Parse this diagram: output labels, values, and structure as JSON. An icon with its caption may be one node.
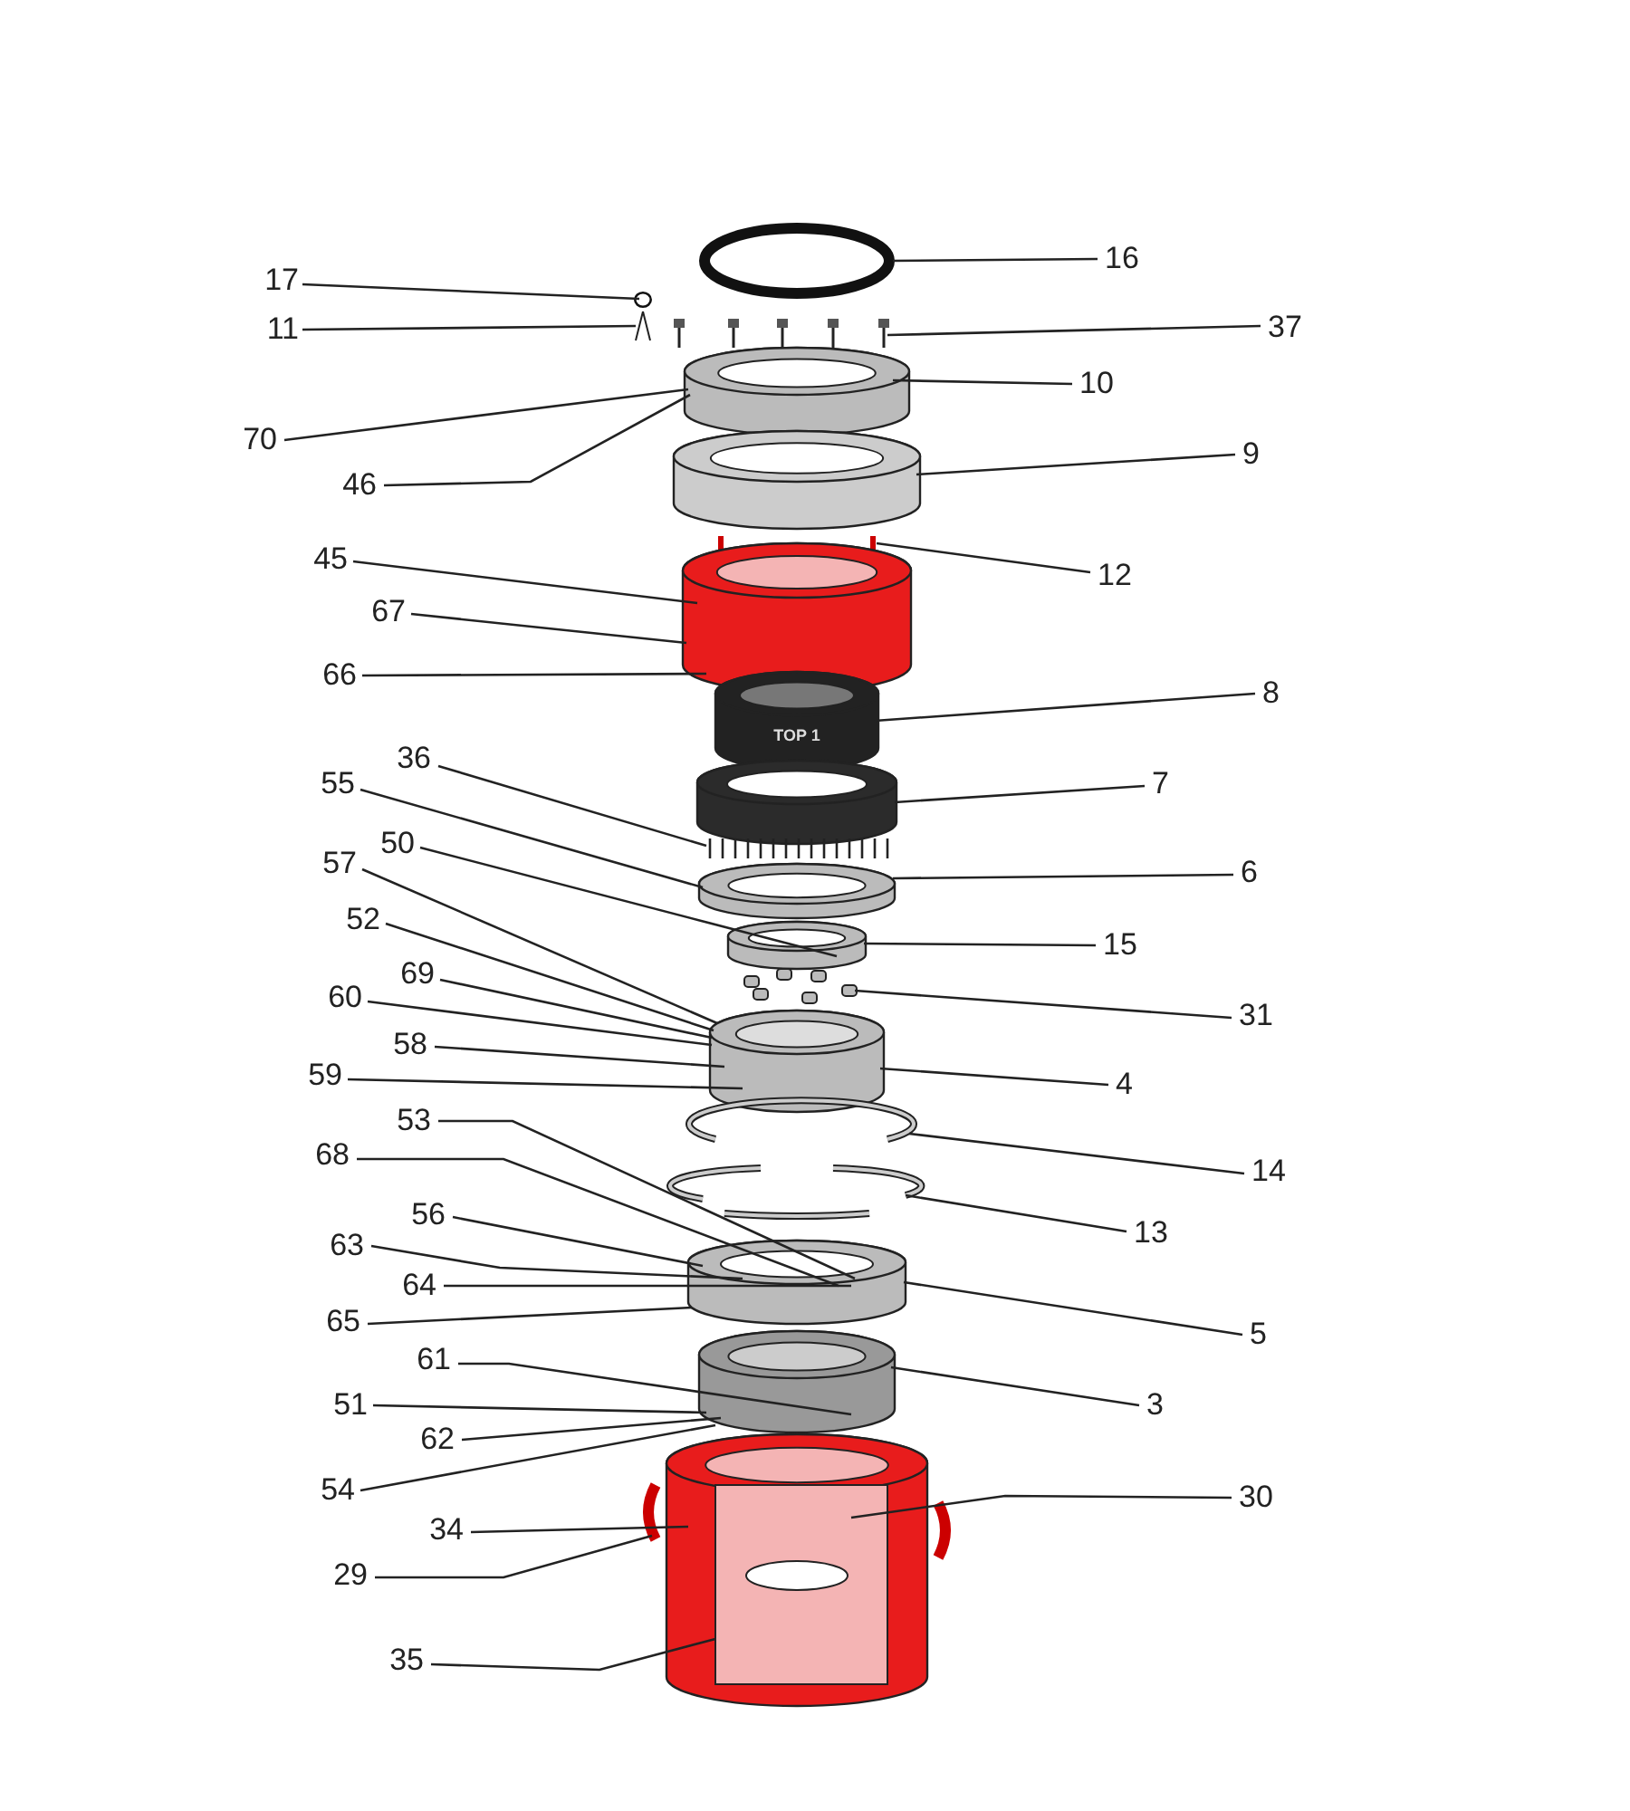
{
  "diagram": {
    "nodes": [
      {
        "text": [
          "16"
        ]
      },
      {
        "text": [
          "17"
        ]
      },
      {
        "text": [
          "11"
        ]
      },
      {
        "text": [
          "37"
        ]
      },
      {
        "text": [
          "10"
        ]
      },
      {
        "text": [
          "70"
        ]
      },
      {
        "text": [
          "9"
        ]
      },
      {
        "text": [
          "46"
        ]
      },
      {
        "text": [
          "12"
        ]
      },
      {
        "text": [
          "45"
        ]
      },
      {
        "text": [
          "67"
        ]
      },
      {
        "text": [
          "66"
        ]
      },
      {
        "text": [
          "8"
        ]
      },
      {
        "text": [
          "36"
        ]
      },
      {
        "text": [
          "7"
        ]
      },
      {
        "text": [
          "55"
        ]
      },
      {
        "text": [
          "50"
        ]
      },
      {
        "text": [
          "57"
        ]
      },
      {
        "text": [
          "6"
        ]
      },
      {
        "text": [
          "52"
        ]
      },
      {
        "text": [
          "15"
        ]
      },
      {
        "text": [
          "69"
        ]
      },
      {
        "text": [
          "60"
        ]
      },
      {
        "text": [
          "31"
        ]
      },
      {
        "text": [
          "58"
        ]
      },
      {
        "text": [
          "59"
        ]
      },
      {
        "text": [
          "4"
        ]
      },
      {
        "text": [
          "53"
        ]
      },
      {
        "text": [
          "68"
        ]
      },
      {
        "text": [
          "14"
        ]
      },
      {
        "text": [
          "56"
        ]
      },
      {
        "text": [
          "13"
        ]
      },
      {
        "text": [
          "63"
        ]
      },
      {
        "text": [
          "64"
        ]
      },
      {
        "text": [
          "65"
        ]
      },
      {
        "text": [
          "5"
        ]
      },
      {
        "text": [
          "61"
        ]
      },
      {
        "text": [
          "3"
        ]
      },
      {
        "text": [
          "51"
        ]
      },
      {
        "text": [
          "62"
        ]
      },
      {
        "text": [
          "54"
        ]
      },
      {
        "text": [
          "30"
        ]
      },
      {
        "text": [
          "34"
        ]
      },
      {
        "text": [
          "29"
        ]
      },
      {
        "text": [
          "35"
        ]
      },
      {
        "text": [],
        "shape": "circle"
      },
      {
        "text": [],
        "shape": "circle"
      },
      {
        "text": [],
        "shape": "picture"
      },
      {
        "text": [],
        "shape": "picture"
      },
      {
        "text": [],
        "shape": "picture"
      },
      {
        "text": [],
        "shape": "picture"
      },
      {
        "text": [],
        "shape": "picture"
      },
      {
        "text": [
          "TOP 1"
        ]
      },
      {
        "text": [],
        "shape": "picture"
      },
      {
        "text": [],
        "shape": "picture"
      },
      {
        "text": [],
        "shape": "picture"
      },
      {
        "text": [],
        "shape": "picture"
      },
      {
        "text": [],
        "shape": "picture"
      },
      {
        "text": [],
        "shape": "picture"
      },
      {
        "text": [],
        "shape": "picture"
      },
      {
        "text": [],
        "shape": "picture"
      },
      {
        "text": [],
        "shape": "picture"
      },
      {
        "text": [],
        "shape": "picture"
      },
      {
        "text": [],
        "shape": "picture"
      }
    ],
    "edges": [
      {
        "from": 0,
        "to": 45,
        "arrow": "none"
      },
      {
        "from": 1,
        "to": 46,
        "arrow": "none"
      },
      {
        "from": 2,
        "to": 47,
        "arrow": "none"
      },
      {
        "from": 3,
        "to": 48,
        "arrow": "none"
      },
      {
        "from": 4,
        "to": 49,
        "arrow": "none"
      },
      {
        "from": 5,
        "to": 49,
        "arrow": "none"
      },
      {
        "from": 6,
        "to": 50,
        "arrow": "none"
      },
      {
        "from": 7,
        "to": 49,
        "arrow": "none"
      },
      {
        "from": 8,
        "to": 51,
        "arrow": "none"
      },
      {
        "from": 9,
        "to": 51,
        "arrow": "none"
      },
      {
        "from": 10,
        "to": 51,
        "arrow": "none"
      },
      {
        "from": 11,
        "to": 51,
        "arrow": "none"
      },
      {
        "from": 12,
        "to": 52,
        "arrow": "none"
      },
      {
        "from": 13,
        "to": 54,
        "arrow": "none"
      },
      {
        "from": 14,
        "to": 53,
        "arrow": "none"
      },
      {
        "from": 15,
        "to": 55,
        "arrow": "none"
      },
      {
        "from": 16,
        "to": 56,
        "arrow": "none"
      },
      {
        "from": 17,
        "to": 58,
        "arrow": "none"
      },
      {
        "from": 18,
        "to": 55,
        "arrow": "none"
      },
      {
        "from": 19,
        "to": 58,
        "arrow": "none"
      },
      {
        "from": 20,
        "to": 56,
        "arrow": "none"
      },
      {
        "from": 21,
        "to": 58,
        "arrow": "none"
      },
      {
        "from": 22,
        "to": 58,
        "arrow": "none"
      },
      {
        "from": 23,
        "to": 57,
        "arrow": "none"
      },
      {
        "from": 24,
        "to": 58,
        "arrow": "none"
      },
      {
        "from": 25,
        "to": 58,
        "arrow": "none"
      },
      {
        "from": 26,
        "to": 58,
        "arrow": "none"
      },
      {
        "from": 27,
        "to": 61,
        "arrow": "none"
      },
      {
        "from": 28,
        "to": 61,
        "arrow": "none"
      },
      {
        "from": 29,
        "to": 59,
        "arrow": "none"
      },
      {
        "from": 30,
        "to": 61,
        "arrow": "none"
      },
      {
        "from": 31,
        "to": 60,
        "arrow": "none"
      },
      {
        "from": 32,
        "to": 61,
        "arrow": "none"
      },
      {
        "from": 33,
        "to": 61,
        "arrow": "none"
      },
      {
        "from": 34,
        "to": 61,
        "arrow": "none"
      },
      {
        "from": 35,
        "to": 61,
        "arrow": "none"
      },
      {
        "from": 36,
        "to": 62,
        "arrow": "none"
      },
      {
        "from": 37,
        "to": 62,
        "arrow": "none"
      },
      {
        "from": 38,
        "to": 62,
        "arrow": "none"
      },
      {
        "from": 39,
        "to": 62,
        "arrow": "none"
      },
      {
        "from": 40,
        "to": 62,
        "arrow": "none"
      },
      {
        "from": 41,
        "to": 63,
        "arrow": "none"
      },
      {
        "from": 42,
        "to": 63,
        "arrow": "none"
      },
      {
        "from": 43,
        "to": 63,
        "arrow": "none"
      },
      {
        "from": 44,
        "to": 63,
        "arrow": "none"
      }
    ]
  }
}
